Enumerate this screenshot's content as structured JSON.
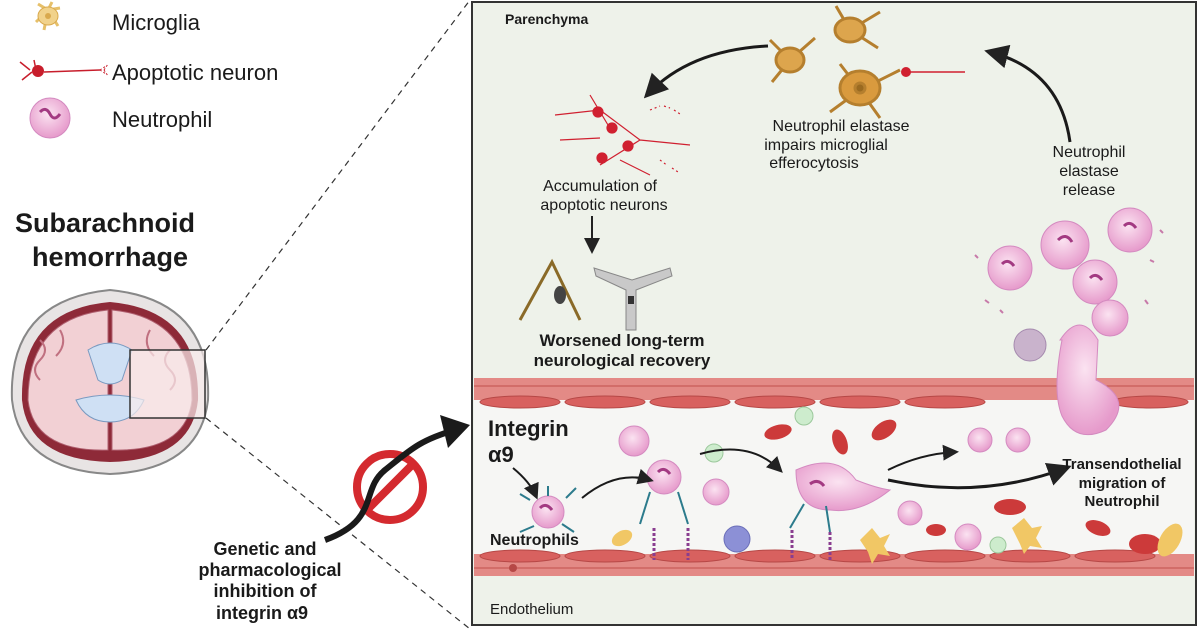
{
  "legend": {
    "items": [
      {
        "label": "Microglia",
        "icon": "microglia-icon",
        "color": "#e8b96a"
      },
      {
        "label": "Apoptotic neuron",
        "icon": "neuron-icon",
        "color": "#c81e2c"
      },
      {
        "label": "Neutrophil",
        "icon": "neutrophil-icon",
        "color": "#e9a4cf"
      }
    ]
  },
  "left_panel": {
    "title_line1": "Subarachnoid",
    "title_line2": "hemorrhage",
    "inhibition": [
      "Genetic and",
      "pharmacological",
      "inhibition of",
      "integrin α9"
    ]
  },
  "detail_panel": {
    "region": "Parenchyma",
    "accumulation": [
      "Accumulation of",
      "apoptotic neurons"
    ],
    "elastase_effect": [
      "Neutrophil elastase",
      "impairs microglial",
      "efferocytosis"
    ],
    "elastase_release": [
      "Neutrophil",
      "elastase",
      "release"
    ],
    "outcome": [
      "Worsened long-term",
      "neurological recovery"
    ],
    "integrin": [
      "Integrin",
      "α9"
    ],
    "neutrophils": "Neutrophils",
    "transmigration": [
      "Transendothelial",
      "migration of",
      "Neutrophil"
    ],
    "endothelium": "Endothelium"
  },
  "colors": {
    "panel_bg": "#eef2ea",
    "vessel_wall": "#e38a86",
    "vessel_lumen": "#f6f6f4",
    "neutrophil": "#efb3d8",
    "neuron": "#d02030",
    "microglia": "#d99a3e",
    "integrin": "#2c7b8c",
    "inhibit": "#d42a2f"
  }
}
